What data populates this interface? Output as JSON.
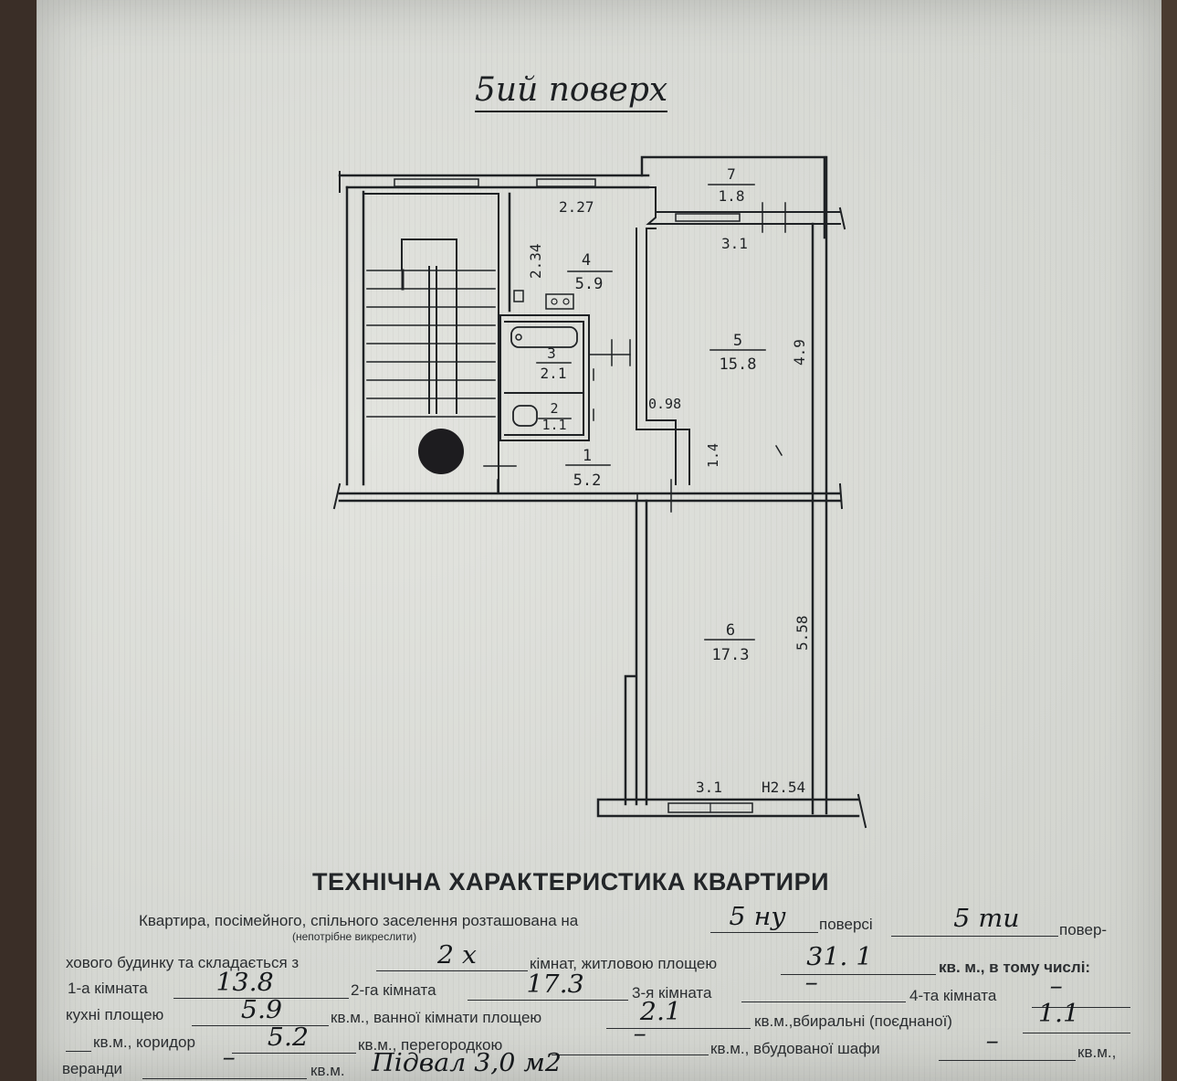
{
  "floor_title": "5ий поверх",
  "rooms": [
    {
      "number": "1",
      "area": "5.2"
    },
    {
      "number": "2",
      "area": "1.1"
    },
    {
      "number": "3",
      "area": "2.1"
    },
    {
      "number": "4",
      "area": "5.9"
    },
    {
      "number": "5",
      "area": "15.8"
    },
    {
      "number": "6",
      "area": "17.3"
    },
    {
      "number": "7",
      "area": "1.8"
    }
  ],
  "dimensions": {
    "d_2_27": "2.27",
    "d_2_34": "2.34",
    "d_3_1_top": "3.1",
    "d_4_9": "4.9",
    "d_0_98": "0.98",
    "d_1_4": "1.4",
    "d_5_58": "5.58",
    "d_3_1_bottom": "3.1",
    "ceiling_height": "H2.54"
  },
  "form": {
    "heading": "ТЕХНІЧНА ХАРАКТЕРИСТИКА КВАРТИРИ",
    "l1_a": "Квартира, посімейного, спільного заселення розташована на",
    "l1_b": "поверсі",
    "l1_c": "повер-",
    "l1_note": "(непотрібне викреслити)",
    "floor_value": "5 ну",
    "floors_total_value": "5 ти",
    "l2_a": "хового будинку та складається з",
    "l2_b": "кімнат, житловою площею",
    "l2_c": "кв. м., в тому числі:",
    "rooms_count_value": "2 x",
    "living_area_value": "31. 1",
    "l3_a": "1-а кімната",
    "l3_b": "2-га кімната",
    "l3_c": "3-я кімната",
    "l3_d": "4-та кімната",
    "room1_value": "13.8",
    "room2_value": "17.3",
    "room3_value": "–",
    "room4_value": "–",
    "l4_a": "кухні площею",
    "l4_b": "кв.м., ванної кімнати площею",
    "l4_c": "кв.м.,вбиральні (поєднаної)",
    "kitchen_value": "5.9",
    "bath_value": "2.1",
    "wc_value": "1.1",
    "l5_a": "кв.м., коридор",
    "l5_b": "кв.м., перегородкою",
    "l5_c": "кв.м., вбудованої шафи",
    "l5_d": "кв.м.,",
    "corridor_value": "5.2",
    "partition_value": "–",
    "wardrobe_value": "–",
    "l6_a": "веранди",
    "l6_b": "кв.м.",
    "veranda_value": "–",
    "basement_value": "Підвал 3,0 м2"
  }
}
